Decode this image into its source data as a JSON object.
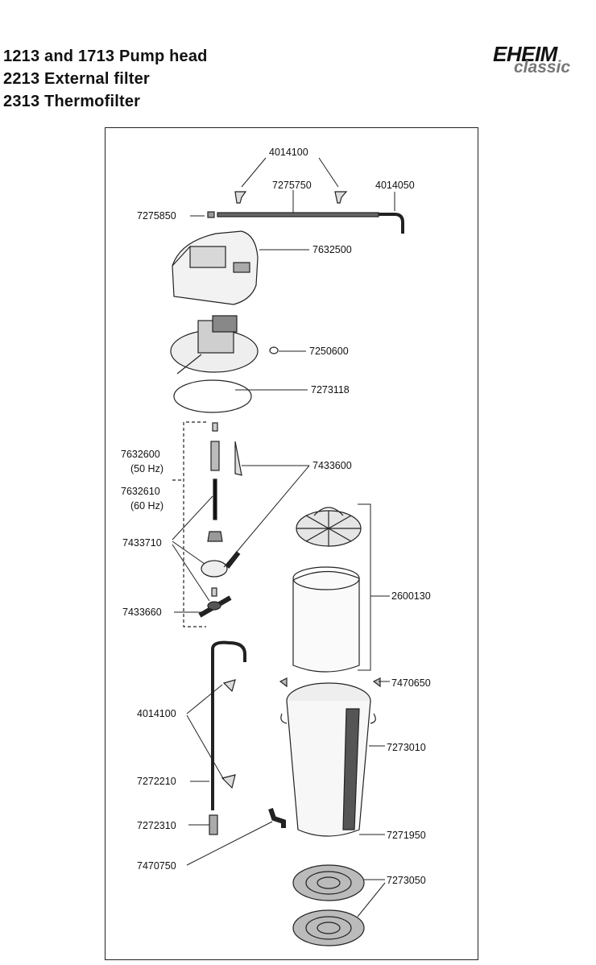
{
  "header": {
    "title_lines": [
      "1213 and 1713 Pump head",
      "2213 External filter",
      "2313 Thermofilter"
    ]
  },
  "logo": {
    "brand": "EHEIM",
    "sub": "classic"
  },
  "parts": {
    "p4014100_top": "4014100",
    "p7275750": "7275750",
    "p4014050": "4014050",
    "p7275850": "7275850",
    "p7632500": "7632500",
    "p7250600": "7250600",
    "p7273118": "7273118",
    "p7632600": "7632600",
    "p7632600_hz": "(50 Hz)",
    "p7632610": "7632610",
    "p7632610_hz": "(60 Hz)",
    "p7433600": "7433600",
    "p7433710": "7433710",
    "p2600130": "2600130",
    "p7433660": "7433660",
    "p7470650": "7470650",
    "p4014100_mid": "4014100",
    "p7273010": "7273010",
    "p7272210": "7272210",
    "p7272310": "7272310",
    "p7271950": "7271950",
    "p7470750": "7470750",
    "p7273050": "7273050"
  }
}
